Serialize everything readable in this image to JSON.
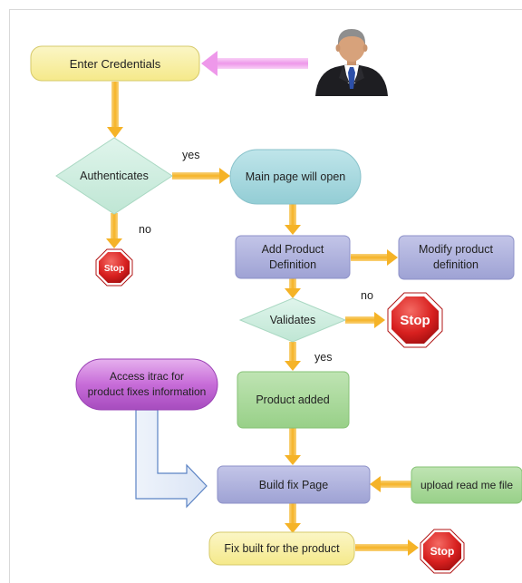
{
  "nodes": {
    "enter_credentials": "Enter Credentials",
    "authenticates": "Authenticates",
    "main_page": "Main page will open",
    "add_product_line1": "Add Product",
    "add_product_line2": "Definition",
    "modify_product_line1": "Modify product",
    "modify_product_line2": "definition",
    "validates": "Validates",
    "product_added": "Product added",
    "access_itrac_line1": "Access itrac for",
    "access_itrac_line2": "product fixes information",
    "build_fix": "Build fix Page",
    "upload_readme": "upload read me file",
    "fix_built": "Fix built for the product"
  },
  "edge_labels": {
    "auth_yes": "yes",
    "auth_no": "no",
    "validate_no": "no",
    "validate_yes": "yes"
  },
  "stop_signs": {
    "stop_1": "Stop",
    "stop_2": "Stop",
    "stop_3": "Stop"
  },
  "colors": {
    "yellow_box": "#f9f1a5",
    "teal_box": "#a6d8de",
    "purple_box": "#aeb1dc",
    "green_box": "#a9d99b",
    "diamond": "#cdeee0",
    "orange_arrow": "#f7b731",
    "pink_arrow": "#f3a8f0",
    "violet_pill": "#c86ad8",
    "blue_arrow_outline": "#5b83c4",
    "stop_red": "#d8201f"
  }
}
